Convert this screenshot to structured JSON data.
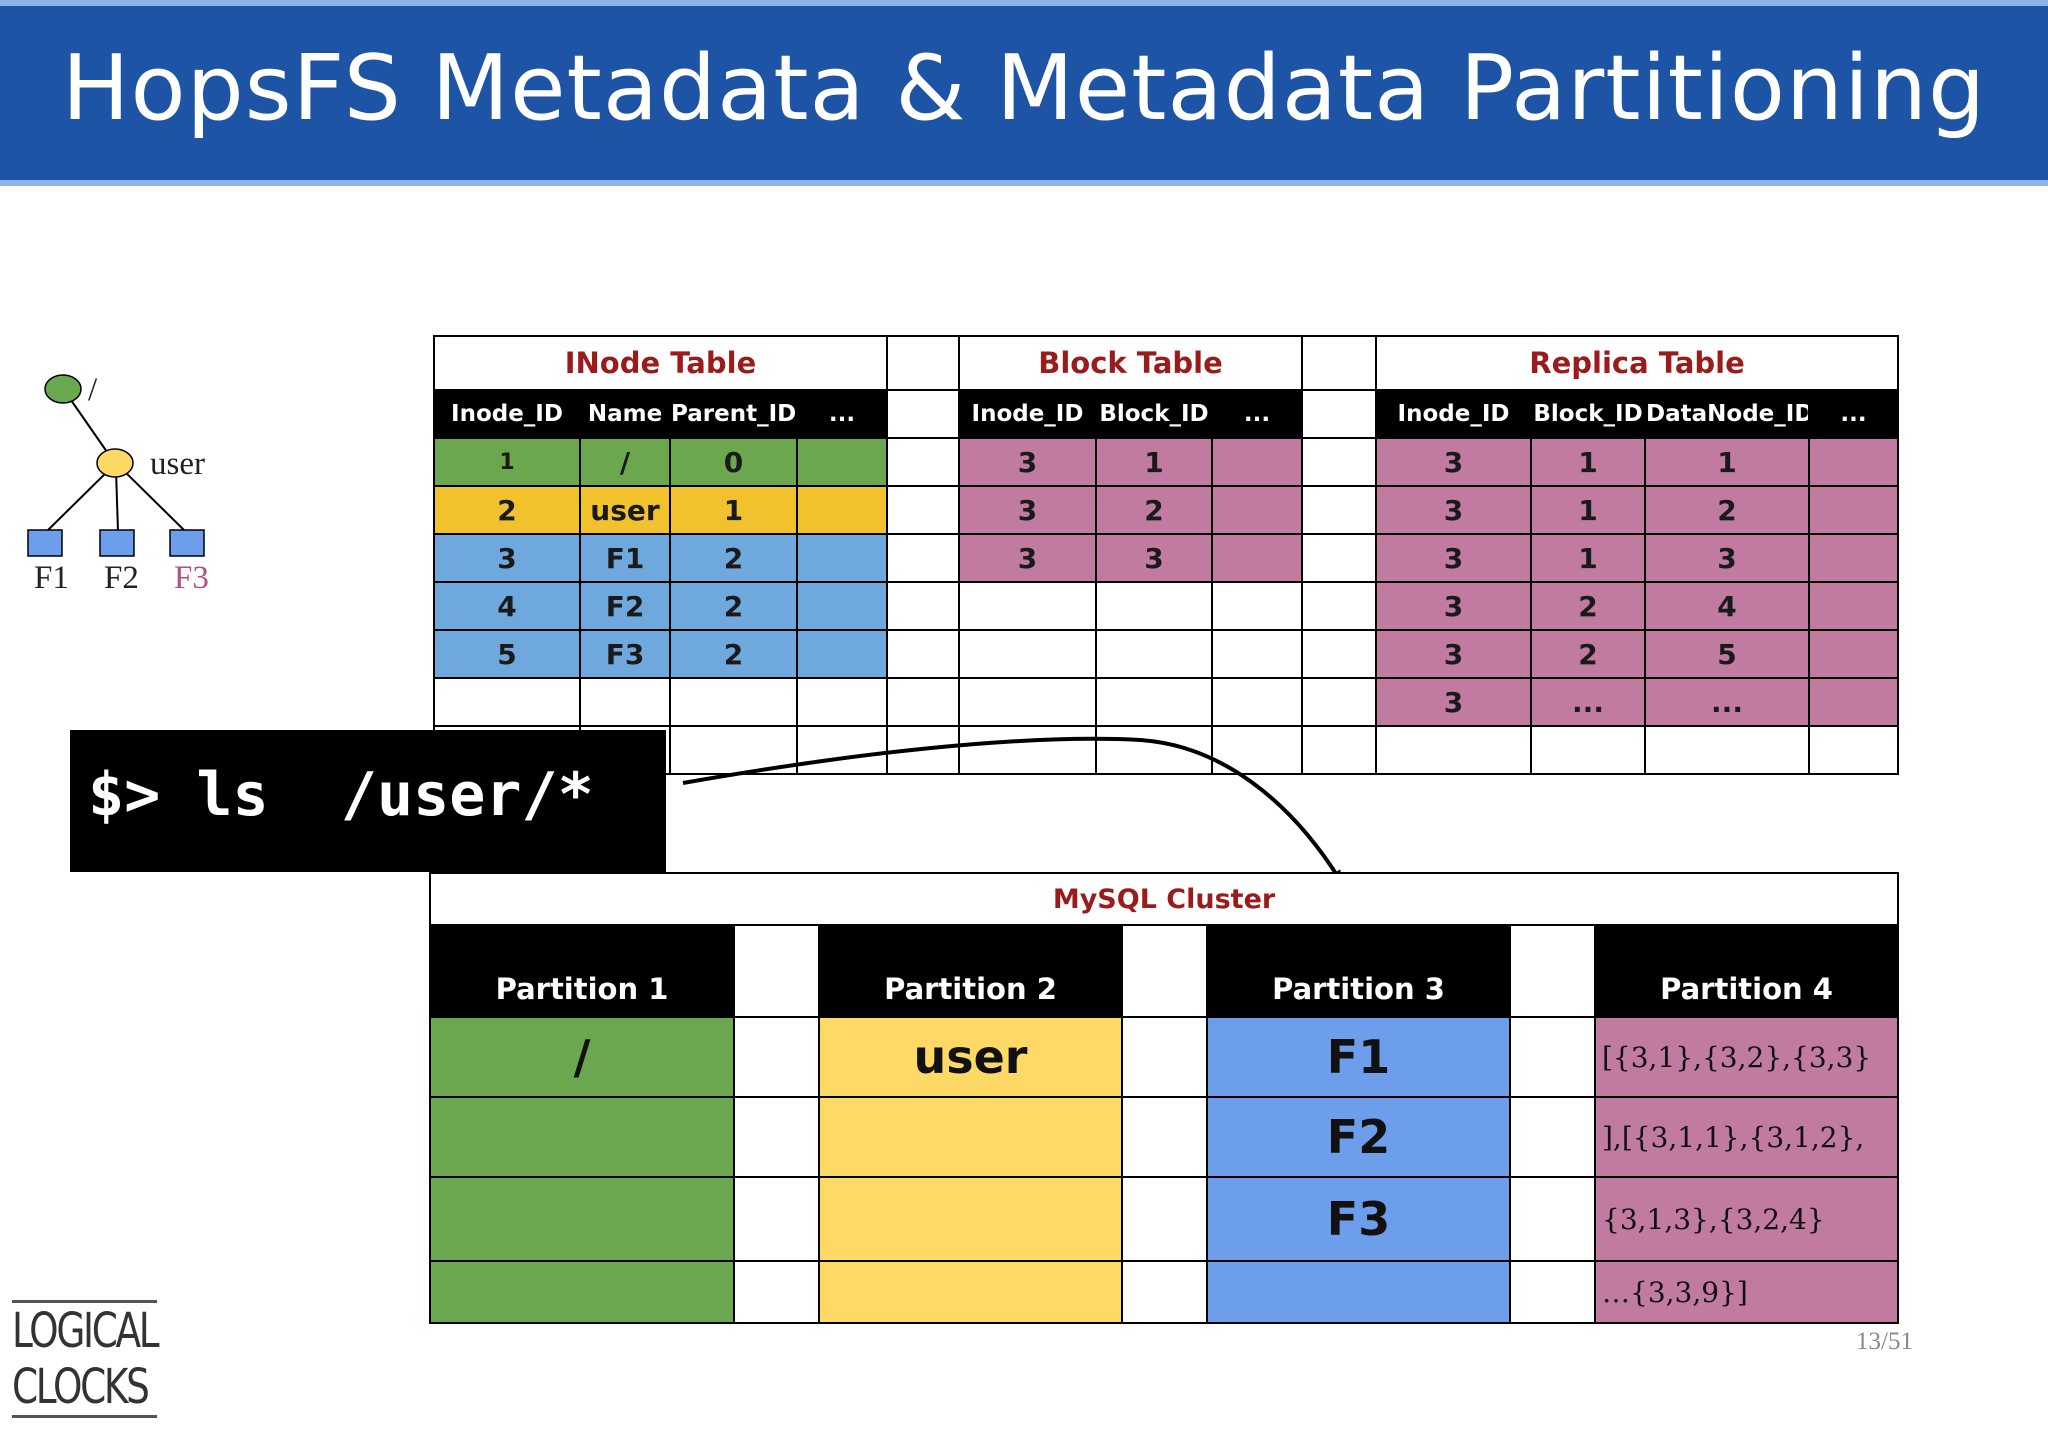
{
  "slide": {
    "title": "HopsFS Metadata & Metadata Partitioning",
    "page_number": "13/51"
  },
  "tree": {
    "root_label": "/",
    "dir_label": "user",
    "files": [
      "F1",
      "F2",
      "F3"
    ],
    "highlight_color": "#b04f8a",
    "root_color": "#6aa84f",
    "dir_color": "#ffd966",
    "file_color": "#6d9eeb"
  },
  "inode_table": {
    "title": "INode Table",
    "headers": [
      "Inode_ID",
      "Name",
      "Parent_ID",
      "..."
    ],
    "rows": [
      [
        "1",
        "/",
        "0",
        ""
      ],
      [
        "2",
        "user",
        "1",
        ""
      ],
      [
        "3",
        "F1",
        "2",
        ""
      ],
      [
        "4",
        "F2",
        "2",
        ""
      ],
      [
        "5",
        "F3",
        "2",
        ""
      ]
    ]
  },
  "block_table": {
    "title": "Block Table",
    "headers": [
      "Inode_ID",
      "Block_ID",
      "..."
    ],
    "rows": [
      [
        "3",
        "1",
        ""
      ],
      [
        "3",
        "2",
        ""
      ],
      [
        "3",
        "3",
        ""
      ]
    ]
  },
  "replica_table": {
    "title": "Replica Table",
    "headers": [
      "Inode_ID",
      "Block_ID",
      "DataNode_ID",
      "..."
    ],
    "rows": [
      [
        "3",
        "1",
        "1",
        ""
      ],
      [
        "3",
        "1",
        "2",
        ""
      ],
      [
        "3",
        "1",
        "3",
        ""
      ],
      [
        "3",
        "2",
        "4",
        ""
      ],
      [
        "3",
        "2",
        "5",
        ""
      ],
      [
        "3",
        "...",
        "...",
        ""
      ]
    ]
  },
  "terminal": {
    "command": "$> ls  /user/*"
  },
  "cluster": {
    "title": "MySQL Cluster",
    "partitions": [
      "Partition 1",
      "Partition 2",
      "Partition 3",
      "Partition 4"
    ],
    "partition1": [
      "/"
    ],
    "partition2": [
      "user"
    ],
    "partition3": [
      "F1",
      "F2",
      "F3"
    ],
    "partition4": [
      "[{3,1},{3,2},{3,3}",
      "],[{3,1,1},{3,1,2},",
      "{3,1,3},{3,2,4}",
      "…{3,3,9}]"
    ]
  },
  "logo": {
    "line1": "LOGICAL",
    "line2": "CLOCKS"
  }
}
